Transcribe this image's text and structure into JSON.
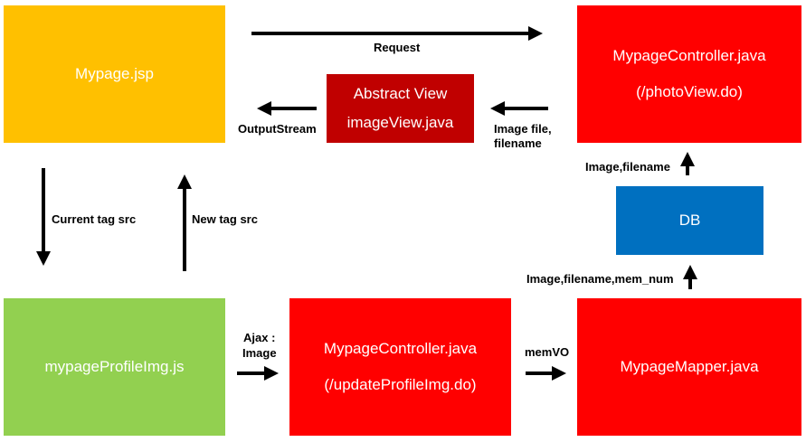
{
  "colors": {
    "orange": "#ffc000",
    "red": "#ff0000",
    "dark_red": "#c00000",
    "green": "#92d050",
    "blue": "#0070c0",
    "arrow": "#000000"
  },
  "nodes": {
    "mypage_jsp": {
      "label": "Mypage.jsp"
    },
    "abstract_view": {
      "line1": "Abstract View",
      "line2": "imageView.java"
    },
    "controller_photo": {
      "line1": "MypageController.java",
      "line2": "(/photoView.do)"
    },
    "db": {
      "label": "DB"
    },
    "profile_js": {
      "label": "mypageProfileImg.js"
    },
    "controller_update": {
      "line1": "MypageController.java",
      "line2": "(/updateProfileImg.do)"
    },
    "mapper": {
      "label": "MypageMapper.java"
    }
  },
  "edges": {
    "request": "Request",
    "output_stream": "OutputStream",
    "image_file": [
      "Image file,",
      "filename"
    ],
    "image_filename": "Image,filename",
    "image_filename_mem": "Image,filename,mem_num",
    "current_tag": "Current tag src",
    "new_tag": "New tag src",
    "ajax": [
      "Ajax :",
      "Image"
    ],
    "memvo": "memVO"
  }
}
